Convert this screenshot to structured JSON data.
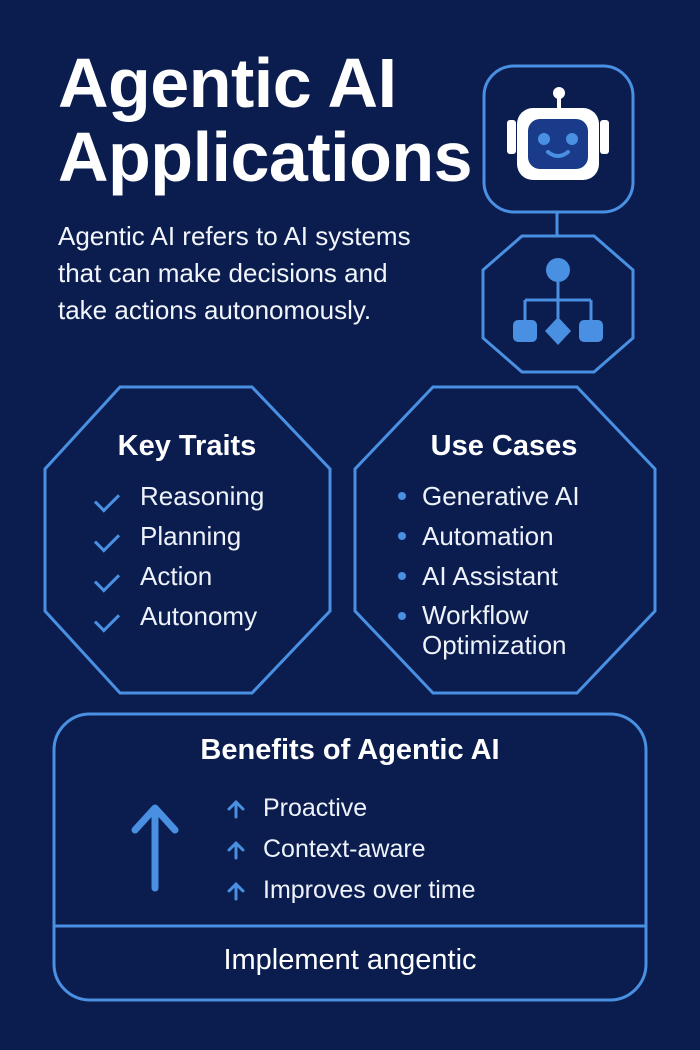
{
  "header": {
    "title": "Agentic AI Applications",
    "description": "Agentic AI refers to AI systems that can make decisions and take actions autonomously."
  },
  "icons": [
    "robot-icon",
    "hierarchy-icon",
    "check-icon",
    "bullet-dot",
    "arrow-up-icon"
  ],
  "key_traits": {
    "title": "Key Traits",
    "items": [
      "Reasoning",
      "Planning",
      "Action",
      "Autonomy"
    ]
  },
  "use_cases": {
    "title": "Use Cases",
    "items": [
      "Generative AI",
      "Automation",
      "AI Assistant",
      "Workflow Optimization"
    ]
  },
  "benefits": {
    "title": "Benefits of Agentic AI",
    "items": [
      "Proactive",
      "Context-aware",
      "Improves over time"
    ]
  },
  "footer": {
    "label": "Implement angentic"
  },
  "colors": {
    "background": "#0b1d4f",
    "accent": "#4a90e2",
    "text": "#ffffff"
  }
}
